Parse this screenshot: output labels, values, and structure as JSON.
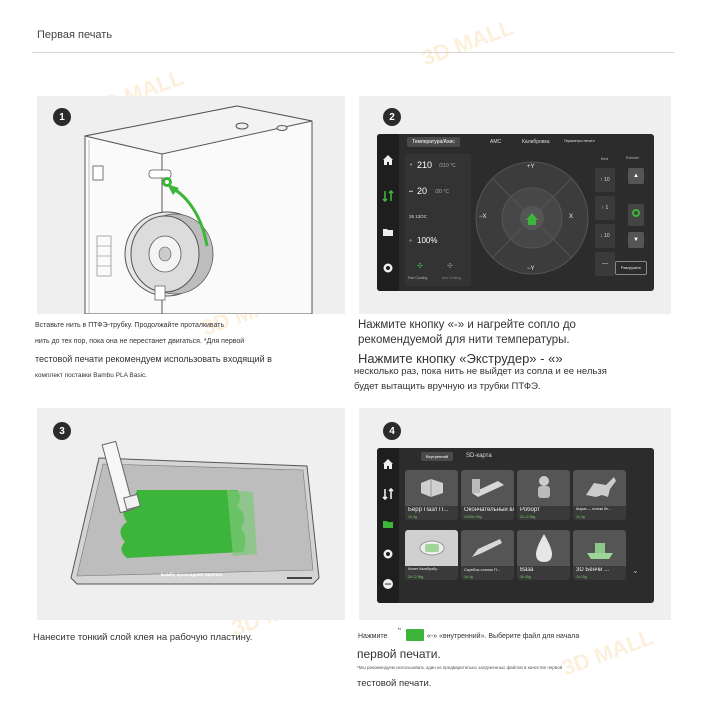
{
  "page": {
    "title": "Первая печать"
  },
  "watermark": "3D MALL",
  "steps": [
    {
      "number": "1",
      "lines": [
        "Вставьте нить в ПТФЭ-трубку. Продолжайте проталкивать",
        "нить до тех пор, пока она не перестанет двигаться. *Для первой",
        "тестовой печати рекомендуем использовать входящий в",
        "комплект поставки Bambu PLA Basic."
      ]
    },
    {
      "number": "2",
      "lines": [
        "Нажмите кнопку «-» и нагрейте сопло до",
        "рекомендуемой для нити температуры.",
        "Нажмите кнопку «Экструдер» - «»",
        "несколько раз, пока нить не выйдет из сопла и ее нельзя",
        "будет вытащить вручную из трубки ПТФЭ."
      ],
      "screen": {
        "tabs": [
          "Температура/Axис",
          "AMC",
          "Калибровка",
          "Параметры печати"
        ],
        "nozzle_temp": "210",
        "nozzle_target": "/210 °C",
        "bed_temp": "20",
        "bed_target": "/20 °C",
        "chamber": "26 13OC",
        "fan": "100%",
        "fan_label_1": "Part Cooling",
        "fan_label_2": "Aux Cooling",
        "jog_up": "+Y",
        "jog_down": "−Y",
        "jog_left": "−X",
        "jog_right": "X",
        "bed_label": "Bed",
        "bed_btn_1": "10",
        "bed_btn_2": "1",
        "bed_btn_3": "10",
        "extruder_label": "Extruder",
        "unload_label": "Разгрузить"
      }
    },
    {
      "number": "3",
      "lines": [
        "Нанесите тонкий слой клея на рабочую пластину."
      ],
      "plate_label": "Бамбу прокладная тарелка"
    },
    {
      "number": "4",
      "line1_prefix": "Нажмите",
      "line1_suffix": "«-» «внутренний». Выберите файл для начала",
      "line2": "первой печати.",
      "note": "*Мы рекомендуем использовать один из предварительно загруженных файлов в качестве первой",
      "line3": "тестовой печати.",
      "screen": {
        "tabs": [
          "Внутренний",
          "SD-карта"
        ],
        "files": [
          {
            "name": "Берр Пазл П...",
            "meta": "1h  4g"
          },
          {
            "name": "Окончательный влез...",
            "meta": "1h20m  35g"
          },
          {
            "name": "Роборт",
            "meta": "2h  12.5kg"
          },
          {
            "name": "Шарик — попеки бе...",
            "meta": "1h  4g"
          },
          {
            "name": "Монет Калибрабу...",
            "meta": "2h  12.5kg"
          },
          {
            "name": "Скребок-станок П...",
            "meta": "1h  4g"
          },
          {
            "name": "Ваза",
            "meta": "2h  40g"
          },
          {
            "name": "3D Бенчи ...",
            "meta": "1h  10g"
          }
        ]
      }
    }
  ],
  "colors": {
    "accent_green": "#3db53a",
    "screen_bg": "#2c2c2c",
    "panel_bg": "#efefef"
  }
}
